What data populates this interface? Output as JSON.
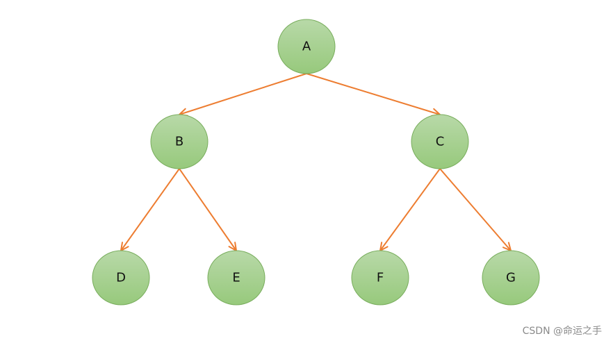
{
  "tree": {
    "nodes": [
      {
        "id": "A",
        "label": "A"
      },
      {
        "id": "B",
        "label": "B"
      },
      {
        "id": "C",
        "label": "C"
      },
      {
        "id": "D",
        "label": "D"
      },
      {
        "id": "E",
        "label": "E"
      },
      {
        "id": "F",
        "label": "F"
      },
      {
        "id": "G",
        "label": "G"
      }
    ],
    "edges": [
      {
        "from": "A",
        "to": "B"
      },
      {
        "from": "A",
        "to": "C"
      },
      {
        "from": "B",
        "to": "D"
      },
      {
        "from": "B",
        "to": "E"
      },
      {
        "from": "C",
        "to": "F"
      },
      {
        "from": "C",
        "to": "G"
      }
    ],
    "colors": {
      "node_fill_top": "#b8d9a8",
      "node_fill_bottom": "#97c97c",
      "node_stroke": "#78ad5c",
      "edge": "#ed7d31"
    }
  },
  "watermark": {
    "text": "CSDN @命运之手"
  }
}
